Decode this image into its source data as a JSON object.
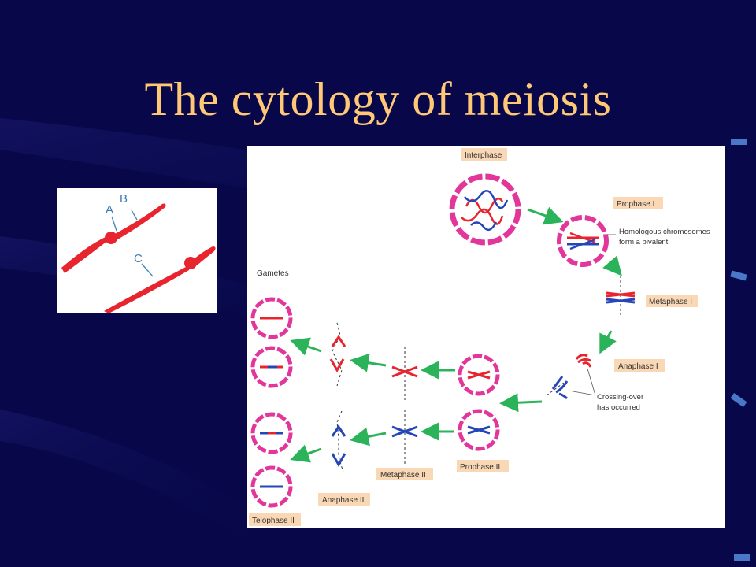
{
  "slide": {
    "title": "The cytology of meiosis"
  },
  "inset_figure": {
    "labels": [
      "A",
      "B",
      "C"
    ]
  },
  "meiosis_diagram": {
    "stages": {
      "interphase": "Interphase",
      "prophase_1": "Prophase I",
      "metaphase_1": "Metaphase I",
      "anaphase_1": "Anaphase I",
      "prophase_2": "Prophase II",
      "metaphase_2": "Metaphase II",
      "anaphase_2": "Anaphase II",
      "telophase_2": "Telophase II",
      "gametes": "Gametes"
    },
    "annotations": {
      "bivalent_line1": "Homologous chromosomes",
      "bivalent_line2": "form a bivalent",
      "crossing_line1": "Crossing-over",
      "crossing_line2": "has occurred"
    }
  },
  "colors": {
    "background": "#07074a",
    "title": "#ffc877",
    "cell_membrane": "#e3369b",
    "chromosome_red": "#e8252f",
    "chromosome_blue": "#2446b8",
    "arrow_green": "#2bb35a",
    "label_box": "#fad7b5"
  }
}
